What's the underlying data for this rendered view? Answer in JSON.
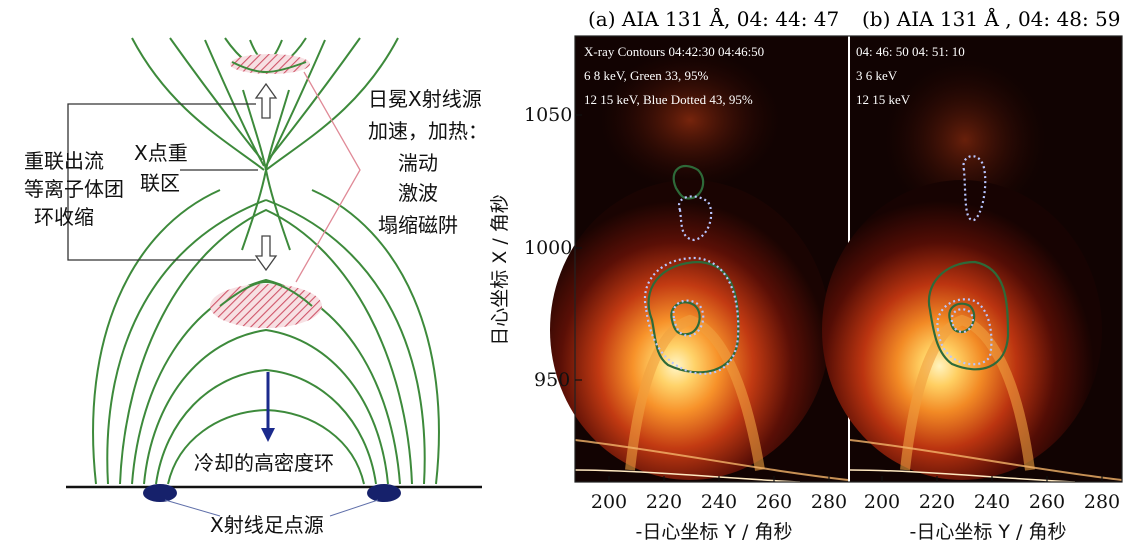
{
  "schematic": {
    "labels": {
      "outflow_l1": "重联出流",
      "outflow_l2": "等离子体团",
      "outflow_l3": "环收缩",
      "xpoint_l1": "X点重",
      "xpoint_l2": "联区",
      "coronal_l1": "日冕X射线源",
      "coronal_l2": "加速，加热：",
      "coronal_l3": "湍动",
      "coronal_l4": "激波",
      "coronal_l5": "塌缩磁阱",
      "cool_loop": "冷却的高密度环",
      "footpoints": "X射线足点源"
    },
    "colors": {
      "field_lines": "#3d8a3b",
      "hatch": "#d0566a",
      "footpoint": "#16216b",
      "arrow": "#1b2a8c"
    }
  },
  "panels": [
    {
      "title": "(a) AIA  131  Å, 04: 44: 47",
      "overlay": [
        "X-ray Contours 04:42:30    04:46:50",
        "6    8 keV, Green  33, 95%",
        "12     15 keV,  Blue Dotted  43, 95%"
      ]
    },
    {
      "title": "(b) AIA  131  Å , 04: 48: 59",
      "overlay": [
        "04: 46: 50    04: 51: 10",
        "3     6 keV",
        "12     15 keV"
      ]
    }
  ],
  "axes": {
    "ylabel": "日心坐标 X / 角秒",
    "xlabel": "-日心坐标 Y / 角秒",
    "y_ticks": [
      "1050",
      "1000",
      "950"
    ],
    "x_ticks": [
      "200",
      "220",
      "240",
      "260",
      "280"
    ]
  }
}
